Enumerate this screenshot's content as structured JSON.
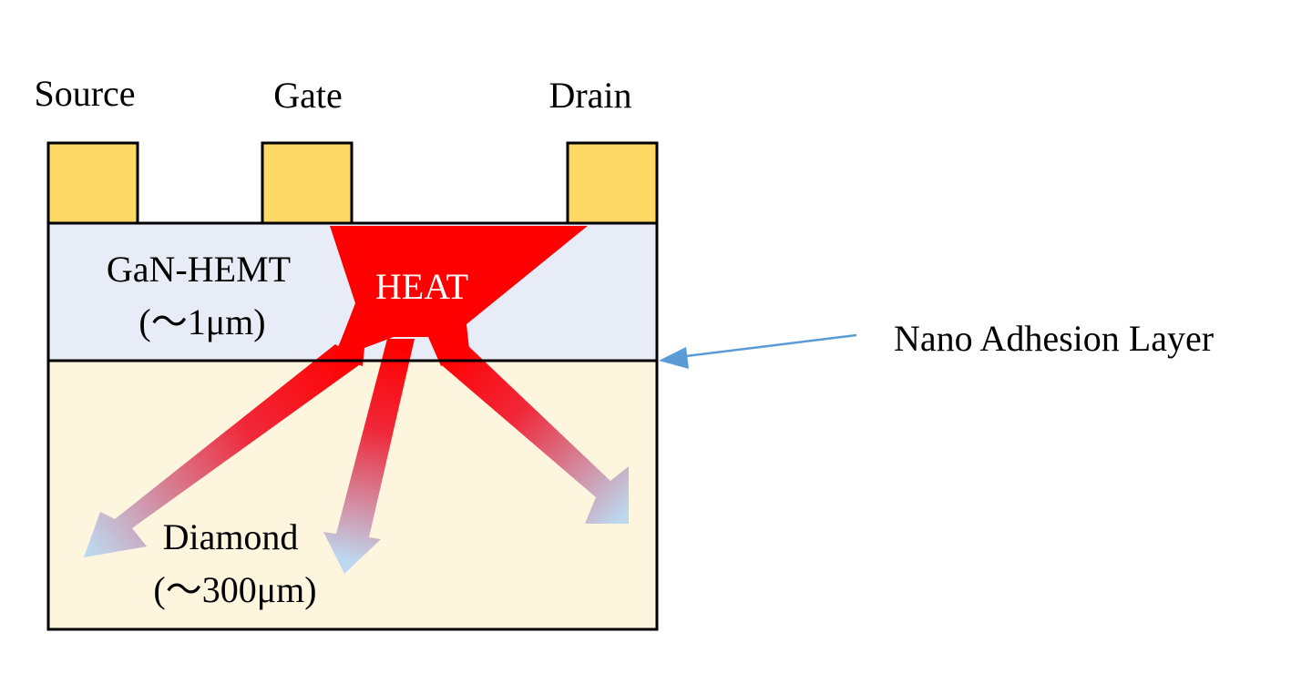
{
  "electrodes": {
    "source_label": "Source",
    "gate_label": "Gate",
    "drain_label": "Drain"
  },
  "gan_layer": {
    "name": "GaN-HEMT",
    "thickness": "(～1μm)"
  },
  "heat_label": "HEAT",
  "diamond_layer": {
    "name": "Diamond",
    "thickness": "(～300μm)"
  },
  "adhesion_label": "Nano Adhesion Layer",
  "colors": {
    "electrode": "#FFD966",
    "gan": "#E8ECF6",
    "diamond": "#FEF5DF",
    "heat": "#FF0000",
    "heat_fade": "#BDD7EE",
    "pointer": "#5B9BD5",
    "outline": "#000000"
  }
}
